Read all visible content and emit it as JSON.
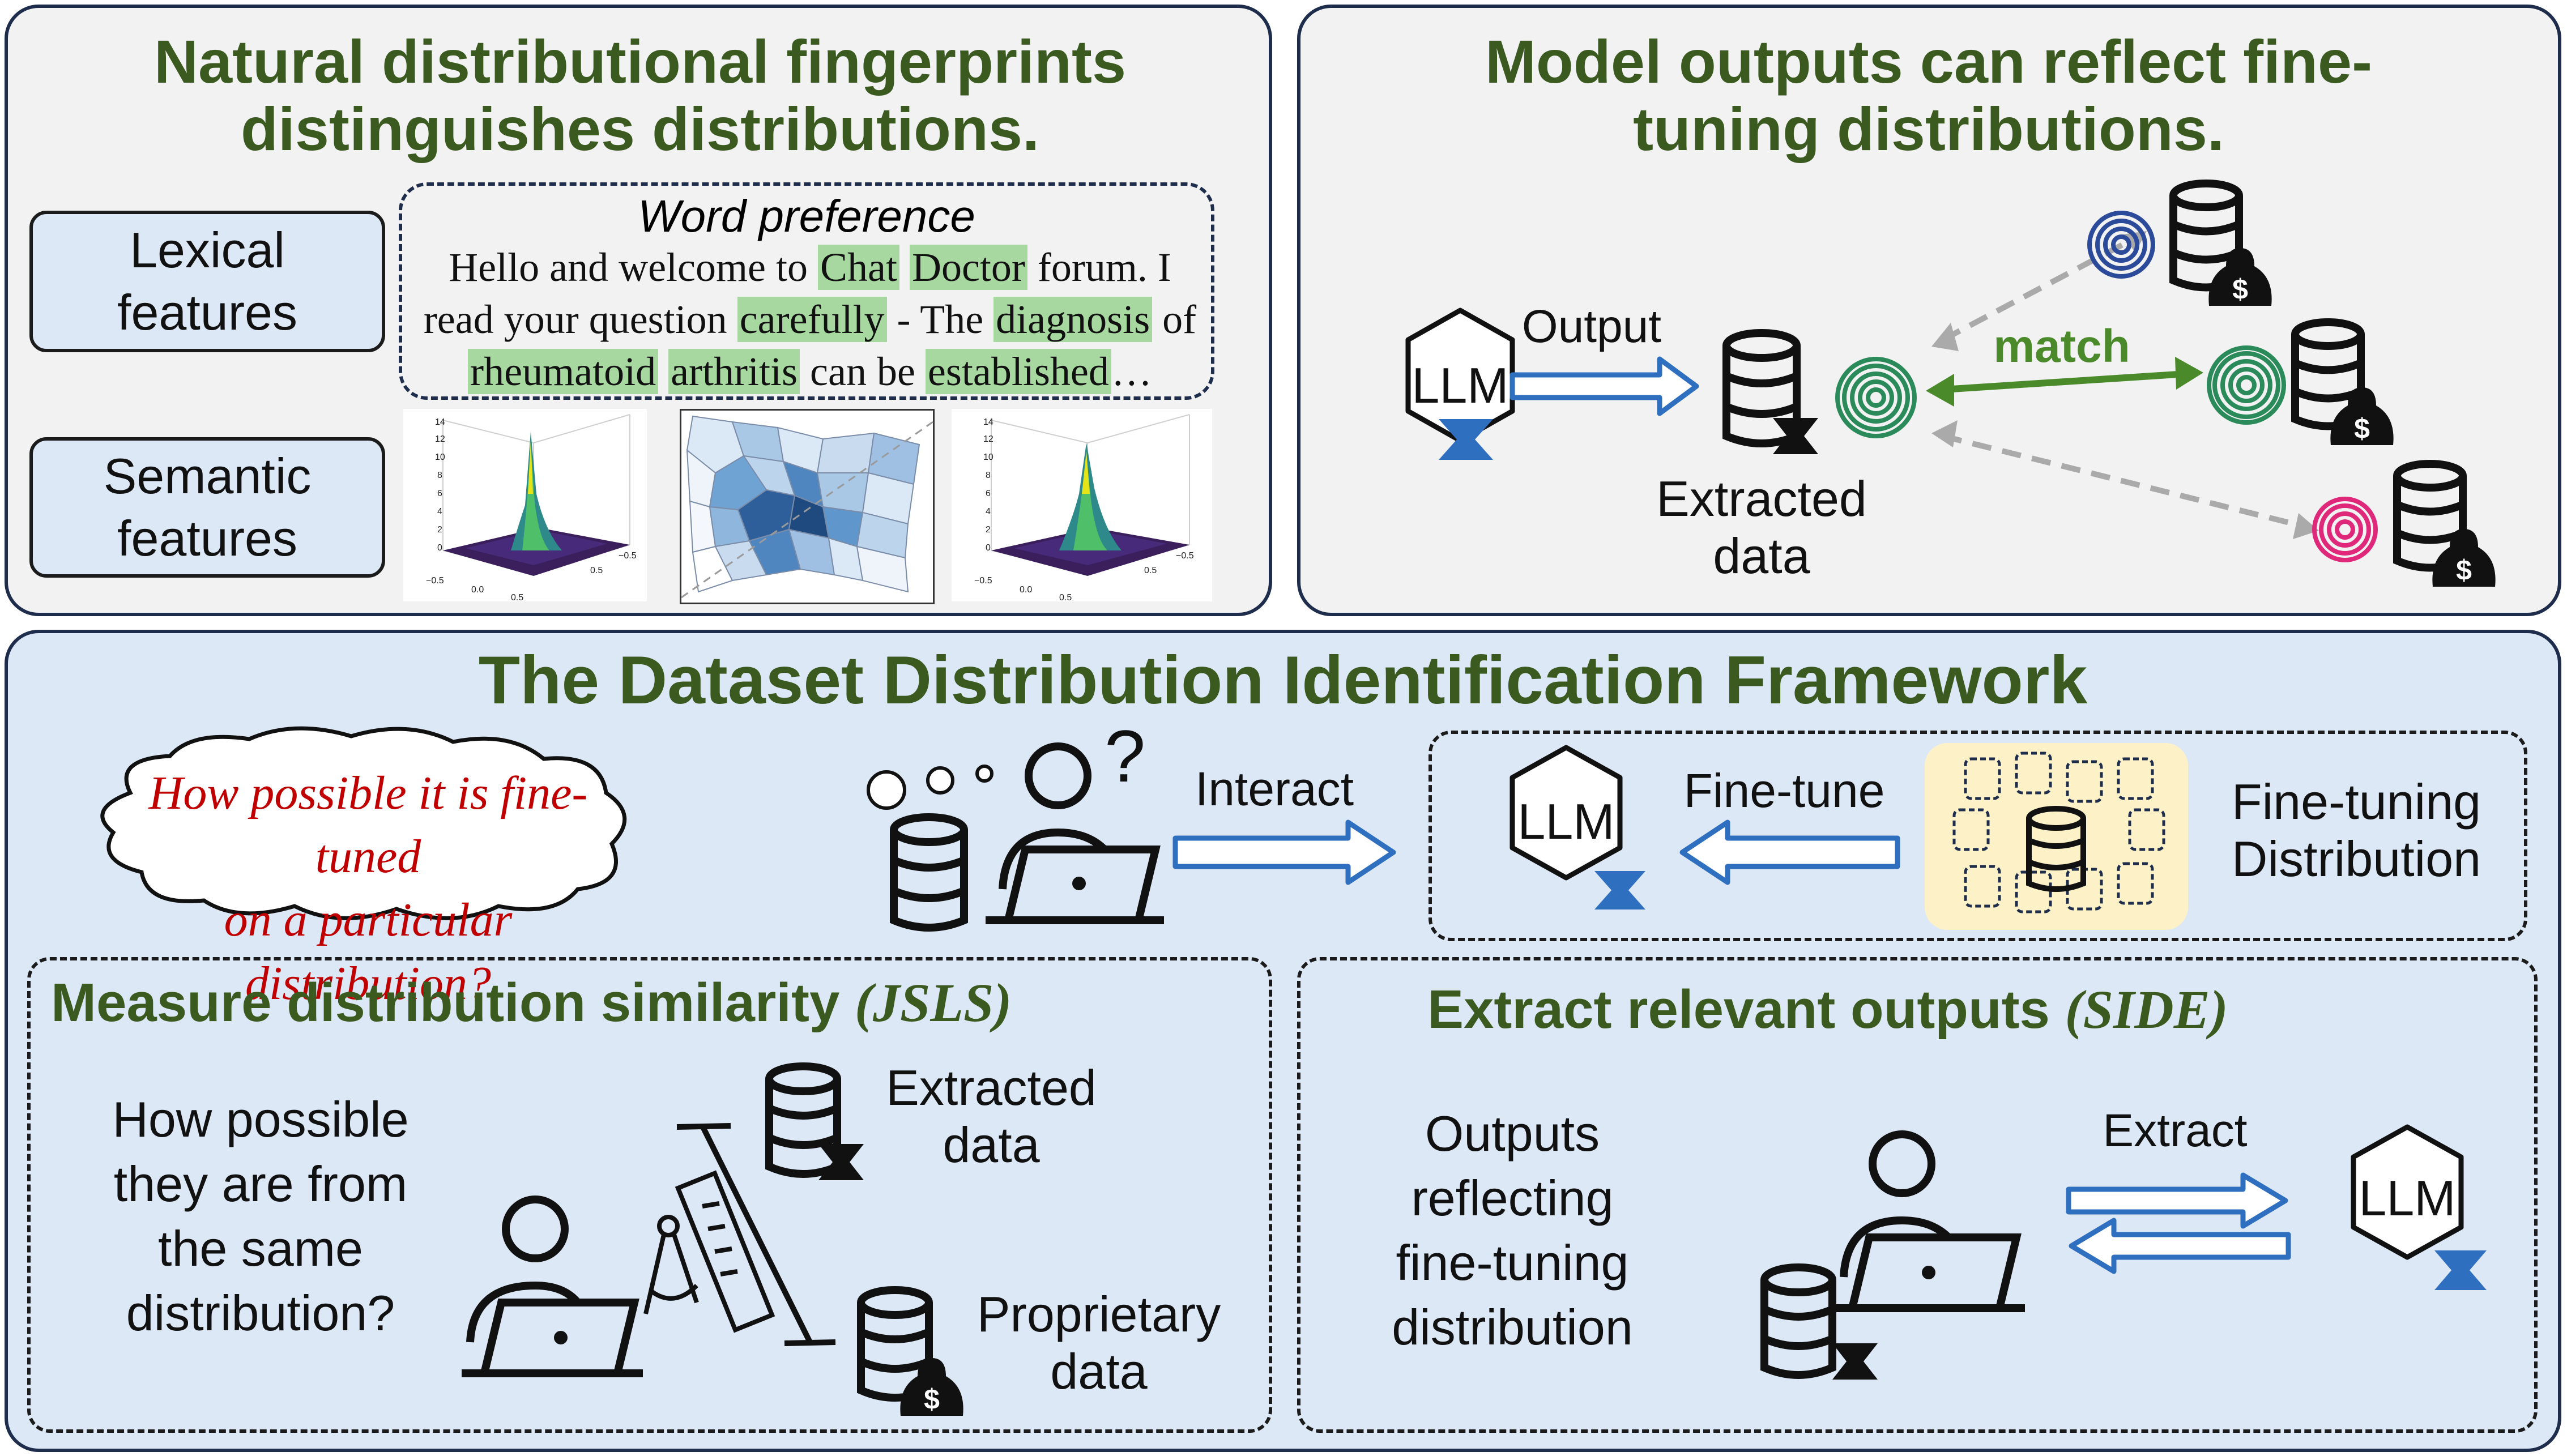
{
  "top_left": {
    "title_line1": "Natural distributional fingerprints",
    "title_line2": "distinguishes distributions.",
    "lexical_label": "Lexical features",
    "semantic_label": "Semantic features",
    "word_pref_title": "Word preference",
    "sample_text": {
      "seg1": "Hello and welcome to ",
      "hl1": "Chat",
      "hl2": "Doctor",
      "seg2": " forum. I read your question ",
      "hl3": "carefully",
      "seg3": " - The ",
      "hl4": "diagnosis",
      "seg4": " of ",
      "hl5": "rheumatoid",
      "hl6": "arthritis",
      "seg5": " can be ",
      "hl7": "established",
      "seg6": "…"
    },
    "plot_ticks": {
      "x1": "−0.5",
      "x2": "0.0",
      "x3": "0.5",
      "y1": "−0.5",
      "y2": "0.5",
      "z": [
        "14",
        "12",
        "10",
        "8",
        "6",
        "4",
        "2",
        "0"
      ]
    }
  },
  "top_right": {
    "title_line1": "Model outputs can reflect fine-",
    "title_line2": "tuning distributions.",
    "llm_label": "LLM",
    "output_label": "Output",
    "extracted_label_1": "Extracted",
    "extracted_label_2": "data",
    "match_label": "match"
  },
  "bottom": {
    "title": "The Dataset Distribution Identification Framework",
    "question_line1": "How possible it is fine-tuned",
    "question_line2": "on a particular distribution?",
    "interact_label": "Interact",
    "finetune_label": "Fine-tune",
    "llm_label": "LLM",
    "ft_dist_line1": "Fine-tuning",
    "ft_dist_line2": "Distribution"
  },
  "measure": {
    "title": "Measure distribution similarity ",
    "title_tag": "(JSLS)",
    "question_lines": [
      "How possible",
      "they are from",
      "the same",
      "distribution?"
    ],
    "extracted_1": "Extracted",
    "extracted_2": "data",
    "proprietary_1": "Proprietary",
    "proprietary_2": "data"
  },
  "extract": {
    "title": "Extract relevant outputs ",
    "title_tag": "(SIDE)",
    "outputs_lines": [
      "Outputs",
      "reflecting",
      "fine-tuning",
      "distribution"
    ],
    "extract_label": "Extract",
    "llm_label": "LLM"
  },
  "colors": {
    "title_green": "#3a5a1f",
    "panel_border": "#1f2d4d",
    "bottom_bg": "#dce8f6",
    "top_bg": "#f2f2f2",
    "arrow_blue": "#2f6fbf",
    "match_green": "#4a8a2a",
    "fingerprint_pink": "#e0287a",
    "highlight": "#a7d8a0",
    "question_red": "#c00000"
  }
}
